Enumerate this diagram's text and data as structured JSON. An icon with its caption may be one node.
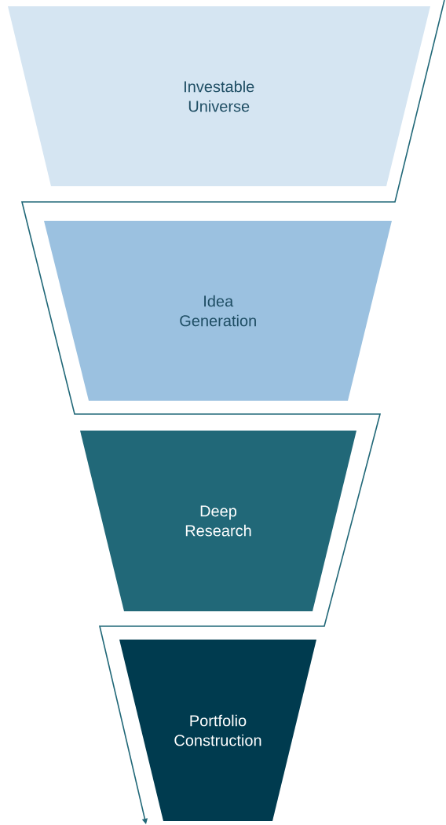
{
  "diagram": {
    "nodes": [
      {
        "text": [
          "Investable Universe"
        ]
      },
      {
        "text": [
          "Idea Generation"
        ]
      },
      {
        "text": [
          "Deep Research"
        ]
      },
      {
        "text": [
          "Portfolio Construction"
        ]
      }
    ]
  }
}
